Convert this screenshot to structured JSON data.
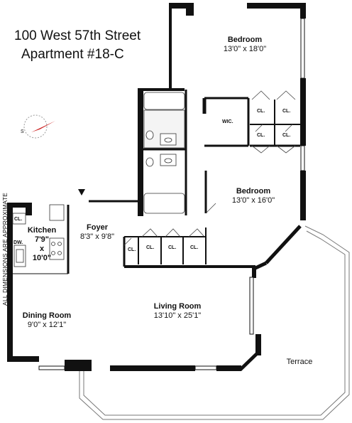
{
  "header": {
    "address": "100 West 57th Street",
    "unit": "Apartment #18-C"
  },
  "note": "ALL DIMENSIONS ARE APPROXIMATE",
  "rooms": {
    "bedroom_top": {
      "name": "Bedroom",
      "dims": "13'0\" x 18'0\""
    },
    "bedroom_mid": {
      "name": "Bedroom",
      "dims": "13'0\" x 16'0\""
    },
    "foyer": {
      "name": "Foyer",
      "dims": "8'3\" x 9'8\""
    },
    "kitchen": {
      "name": "Kitchen",
      "dims_w": "7'9\"",
      "dims_x": "x",
      "dims_h": "10'0\""
    },
    "dining": {
      "name": "Dining Room",
      "dims": "9'0\" x 12'1\""
    },
    "living": {
      "name": "Living Room",
      "dims": "13'10\" x 25'1\""
    },
    "terrace": {
      "name": "Terrace"
    }
  },
  "fixtures": {
    "wic": "WIC.",
    "closet": "CL.",
    "dishwasher": "DW."
  },
  "compass": {
    "icon": "compass-icon",
    "letter": "S",
    "needle_color": "#cc2222"
  }
}
